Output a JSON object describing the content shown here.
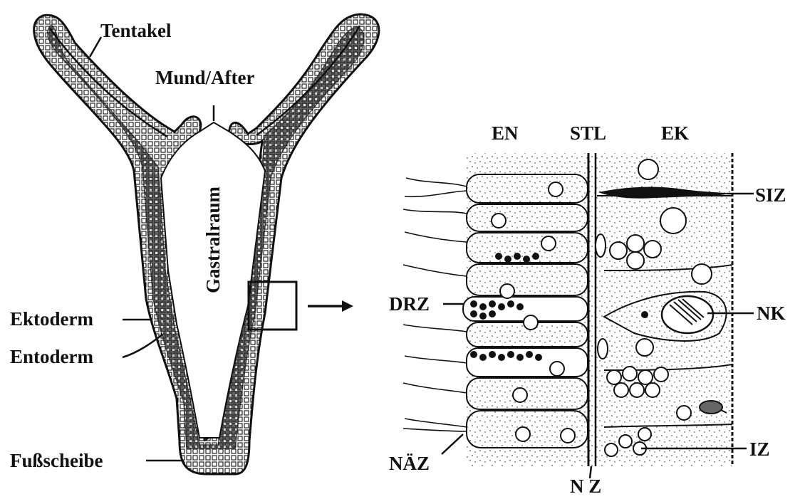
{
  "hydra_diagram": {
    "labels": {
      "tentakel": "Tentakel",
      "mund_after": "Mund/After",
      "gastralraum": "Gastralraum",
      "ektoderm": "Ektoderm",
      "entoderm": "Entoderm",
      "fussscheibe": "Fußscheibe"
    }
  },
  "tissue_detail": {
    "labels": {
      "en": "EN",
      "stl": "STL",
      "ek": "EK",
      "siz": "SIZ",
      "drz": "DRZ",
      "nk": "NK",
      "naez": "NÄZ",
      "iz": "IZ",
      "nz": "N Z"
    }
  },
  "colors": {
    "ink": "#111111",
    "background": "#ffffff"
  }
}
